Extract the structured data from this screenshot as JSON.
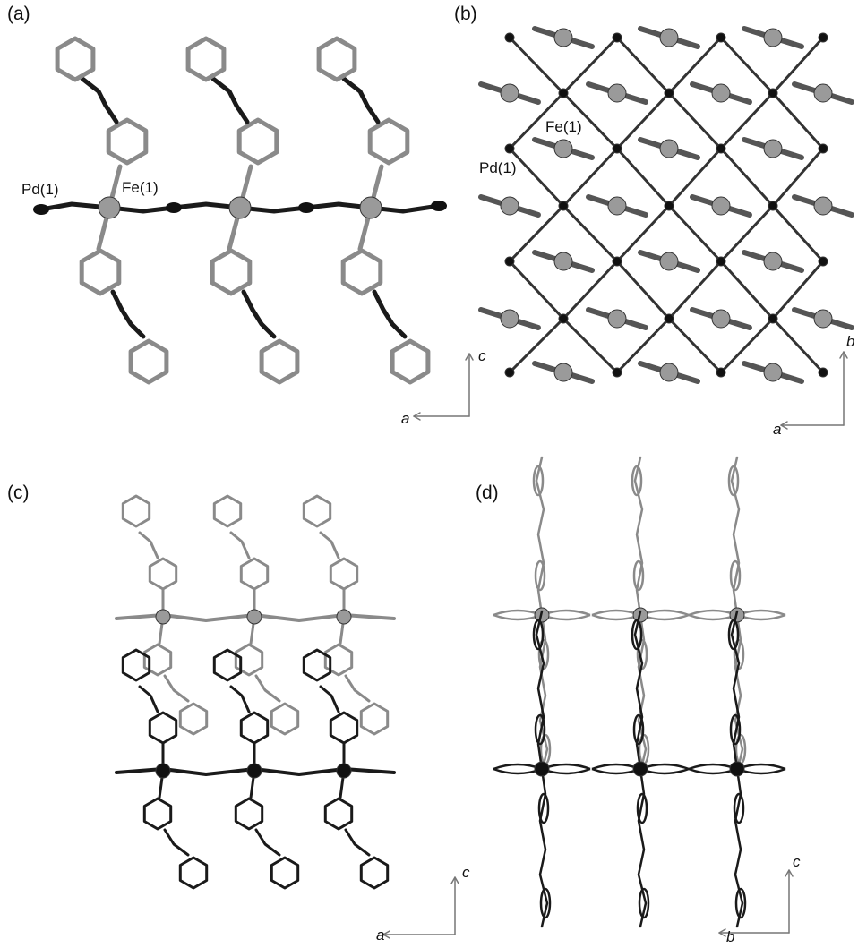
{
  "figure": {
    "panels": [
      {
        "id": "a",
        "label": "(a)",
        "atoms": [
          "Pd(1)",
          "Fe(1)"
        ],
        "axes": {
          "horizontal": "a",
          "vertical": "c"
        }
      },
      {
        "id": "b",
        "label": "(b)",
        "atoms": [
          "Fe(1)",
          "Pd(1)"
        ],
        "axes": {
          "horizontal": "a",
          "vertical": "b"
        }
      },
      {
        "id": "c",
        "label": "(c)",
        "axes": {
          "horizontal": "a",
          "vertical": "c"
        }
      },
      {
        "id": "d",
        "label": "(d)",
        "axes": {
          "horizontal": "b",
          "vertical": "c"
        }
      }
    ],
    "colors": {
      "grey_layer": "#8a8a8a",
      "dark_layer": "#1a1a1a",
      "metal_sphere": "#9a9a9a",
      "pd_atom": "#111111",
      "axis_arrow": "#777777"
    }
  }
}
